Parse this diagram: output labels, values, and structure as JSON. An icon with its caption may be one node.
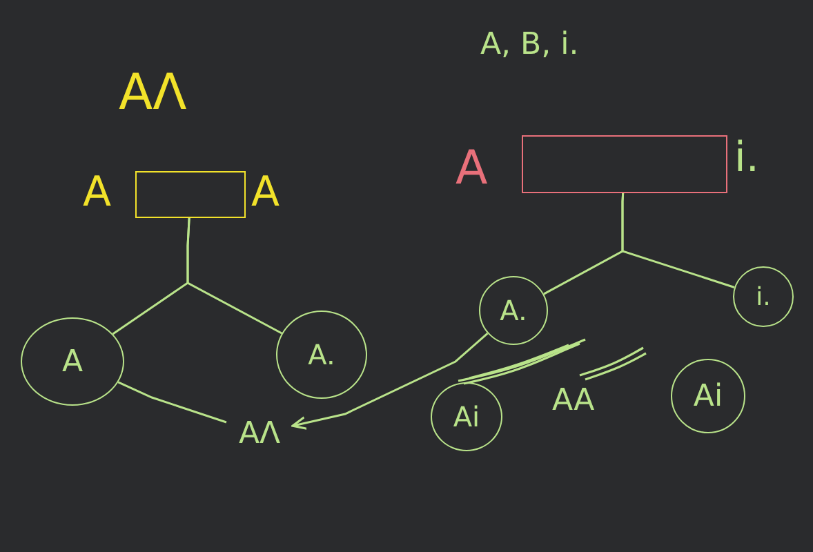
{
  "diagram": {
    "nodes": [
      {
        "text": [],
        "shape": "box",
        "beside": [
          "A",
          "A"
        ]
      },
      {
        "text": [
          "A"
        ]
      },
      {
        "text": [
          "A."
        ]
      },
      {
        "text": [
          "AΛ"
        ]
      },
      {
        "text": [],
        "shape": "box",
        "beside": [
          "A",
          "i."
        ]
      },
      {
        "text": [
          "A."
        ]
      },
      {
        "text": [
          "i."
        ]
      },
      {
        "text": [
          "Ai"
        ]
      },
      {
        "text": [
          "Ai"
        ]
      }
    ],
    "edges": [
      {
        "from": 0,
        "to": 1,
        "arrow": "none"
      },
      {
        "from": 0,
        "to": 2,
        "arrow": "none"
      },
      {
        "from": 1,
        "to": 3,
        "arrow": "none"
      },
      {
        "from": 5,
        "to": 3,
        "arrow": "to"
      },
      {
        "from": 4,
        "to": 5,
        "arrow": "none"
      },
      {
        "from": 4,
        "to": 6,
        "arrow": "none"
      }
    ],
    "labels": [
      "AΛ",
      "A, B, i.",
      "AA"
    ]
  }
}
